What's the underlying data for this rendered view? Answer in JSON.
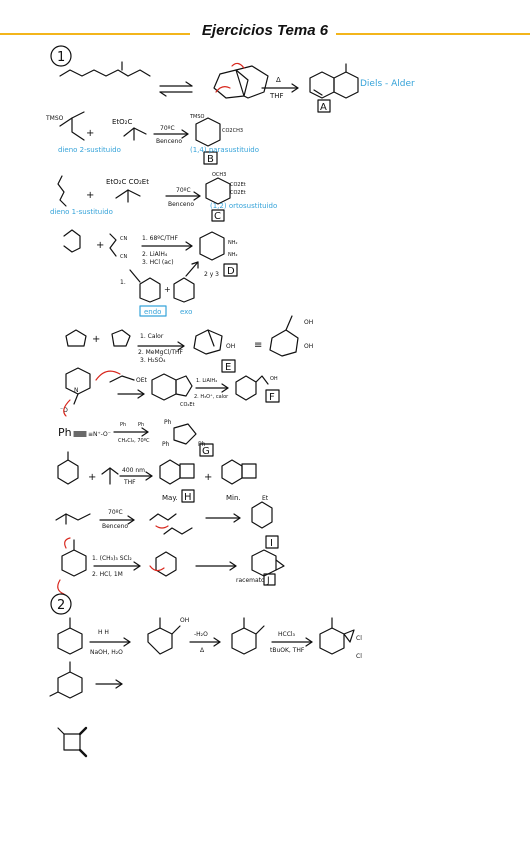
{
  "header": {
    "title": "Ejercicios Tema 6"
  },
  "section1": {
    "number": "1",
    "diels_alder": "Diels - Alder",
    "box_A": "A",
    "cond_A_top": "Δ",
    "cond_A_bottom": "THF",
    "reagent_B": "EtO₂C",
    "cond_B_top": "70ºC",
    "cond_B_bottom": "Benceno",
    "dieno_2": "dieno 2-sustituido",
    "para_subst": "(1,4) parasustituido",
    "box_B": "B",
    "reagent_C": "EtO₂C   CO₂Et",
    "cond_C_top": "70ºC",
    "cond_C_bottom": "Benceno",
    "dieno_1": "dieno 1-sustituido",
    "orto_subst": "(1,2) ortosustituido",
    "box_C": "C",
    "cond_D_1": "1. 68ºC/THF",
    "cond_D_2": "2. LiAlH₄",
    "cond_D_3": "3. HCl (ac)",
    "nh2": "NH₂",
    "dia_label": "2 y 3",
    "box_D": "D",
    "endo": "endo",
    "exo": "exo",
    "cond_E_1": "1. Calor",
    "cond_E_2": "2. MeMgCl/THF",
    "cond_E_3": "3. H₂SO₄",
    "box_E": "E",
    "cond_F_1": "1. LiAlH₄",
    "cond_F_2": "2. H₃O⁺, calor",
    "box_F": "F",
    "oet": "OEt",
    "co2et": "CO₂Et",
    "ph": "Ph",
    "nitrone": "≡N⁺-O⁻",
    "cond_G": "CH₂Cl₂, 70ºC",
    "box_G": "G",
    "cond_H_top": "400 nm",
    "cond_H_bottom": "THF",
    "may": "May.",
    "box_H": "H",
    "min": "Min.",
    "cond_I_top": "70ºC",
    "cond_I_bottom": "Benceno",
    "et": "Et",
    "box_I": "I",
    "cond_J_1": "1. (CH₃)₃ SCl₂",
    "cond_J_2": "2. HCl, 1M",
    "racemato": "racemato",
    "box_J": "J"
  },
  "section2": {
    "number": "2",
    "cond_1_top": "H  H",
    "cond_1_bottom": "NaOH, H₂O",
    "oh": "OH",
    "cond_2_top": "-H₂O",
    "cond_2_bottom": "Δ",
    "cond_3_top": "HCCl₃",
    "cond_3_bottom": "tBuOK, THF",
    "cl": "Cl"
  }
}
